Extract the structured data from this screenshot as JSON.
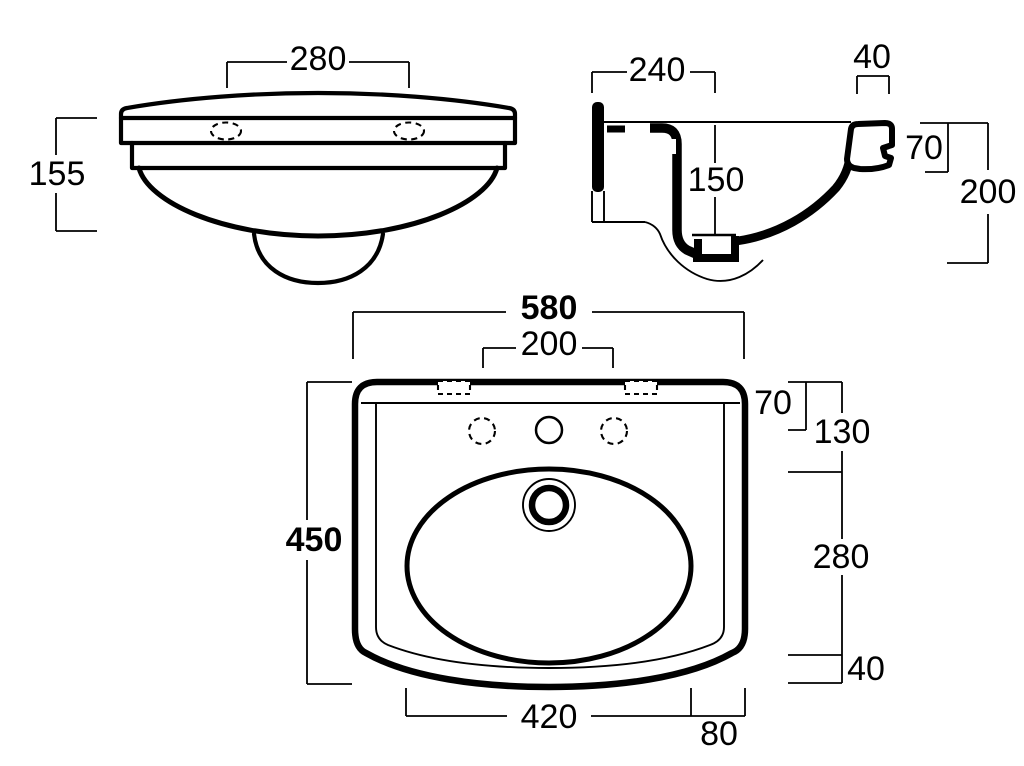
{
  "drawing": {
    "title": "washbasin-technical-drawing",
    "front_view": {
      "fixing_hole_spacing": "280",
      "height": "155"
    },
    "side_view": {
      "depth_to_wall": "240",
      "front_lip_width": "40",
      "front_lip_height": "70",
      "bowl_depth": "150",
      "front_height": "200"
    },
    "plan_view": {
      "overall_width": "580",
      "tap_hole_spacing": "200",
      "overall_depth": "450",
      "rim_offset": "70",
      "rim_to_bowl": "130",
      "bowl_length": "280",
      "bowl_to_front": "40",
      "bowl_width": "420",
      "bowl_to_side": "80"
    }
  },
  "colors": {
    "line": "#000000",
    "background": "#ffffff"
  }
}
